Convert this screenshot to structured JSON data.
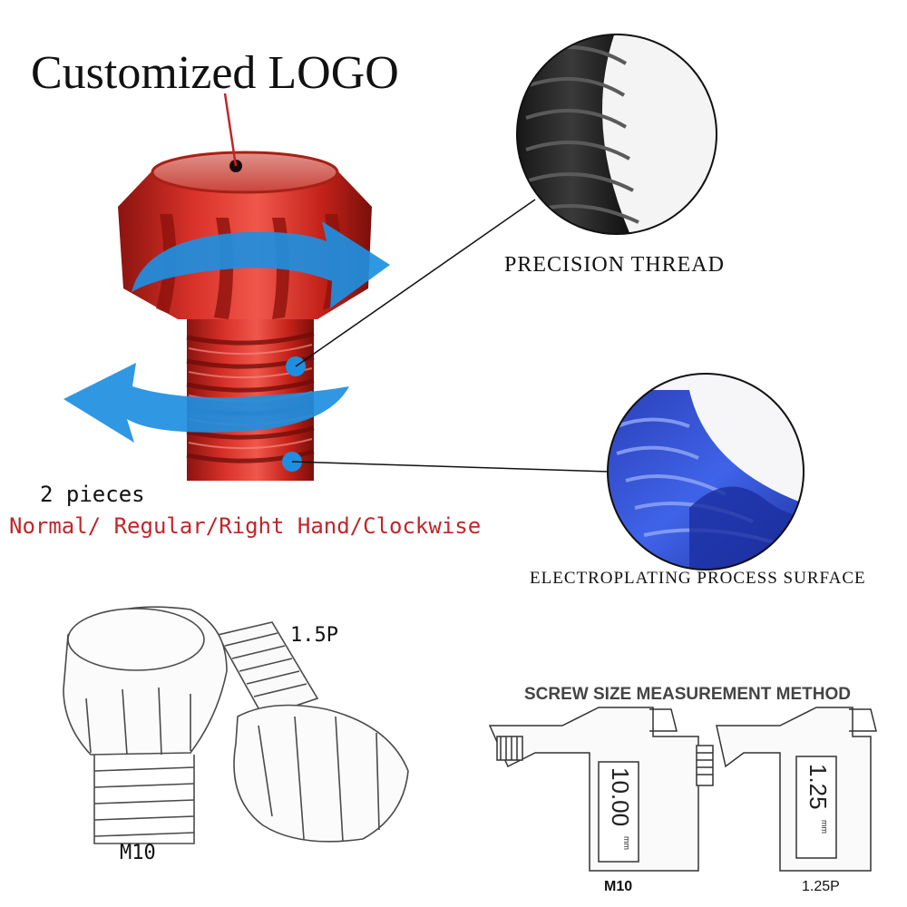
{
  "headline": "Customized LOGO",
  "callouts": {
    "thread": "PRECISION THREAD",
    "surface": "ELECTROPLATING PROCESS SURFACE"
  },
  "quantity": {
    "count": "2 pieces",
    "direction": "Normal/ Regular/Right Hand/Clockwise"
  },
  "sketch": {
    "pitch": "1.5P",
    "size": "M10"
  },
  "measurement": {
    "title": "SCREW SIZE MEASUREMENT METHOD",
    "diameter_reading": "10.00",
    "diameter_unit": "mm",
    "diameter_label": "M10",
    "pitch_reading": "1.25",
    "pitch_unit": "mm",
    "pitch_label": "1.25P"
  },
  "colors": {
    "bolt_red": "#c8251b",
    "arrow_blue": "#1e8fe0",
    "label_red": "#c0262a",
    "plating_blue": "#1f3fbf"
  }
}
